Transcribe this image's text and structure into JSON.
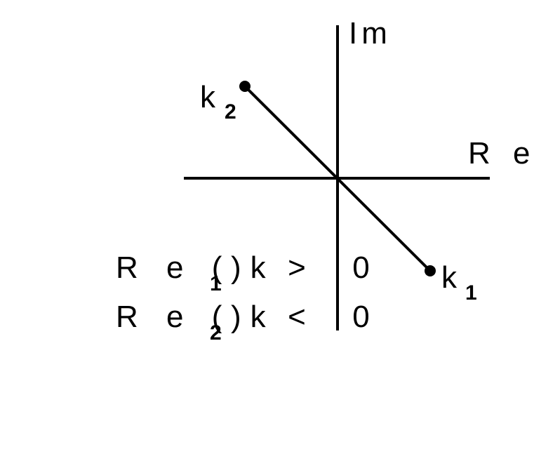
{
  "axes": {
    "imag_label": "Im",
    "real_label": "R e"
  },
  "points": {
    "k2": {
      "base": "k",
      "sub": "2"
    },
    "k1": {
      "base": "k",
      "sub": "1"
    }
  },
  "conditions": [
    {
      "prefix": "R e ( k",
      "sub": "1",
      "suffix": ")  >  0"
    },
    {
      "prefix": "R e ( k",
      "sub": "2",
      "suffix": ")  <  0"
    }
  ],
  "colors": {
    "ink": "#000000",
    "background": "#ffffff"
  }
}
